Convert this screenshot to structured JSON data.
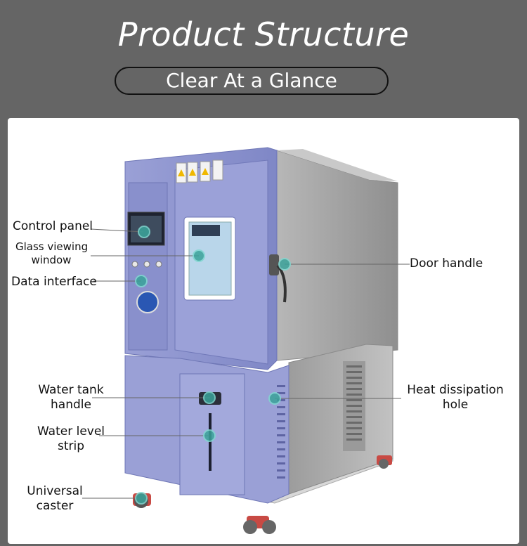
{
  "header": {
    "title": "Product Structure",
    "subtitle": "Clear At a Glance"
  },
  "labels": {
    "control_panel": "Control panel",
    "glass_window_line1": "Glass viewing",
    "glass_window_line2": "window",
    "data_interface": "Data interface",
    "door_handle": "Door handle",
    "water_tank_line1": "Water tank",
    "water_tank_line2": "handle",
    "water_level_line1": "Water level",
    "water_level_line2": "strip",
    "caster_line1": "Universal",
    "caster_line2": "caster",
    "heat_line1": "Heat dissipation",
    "heat_line2": "hole"
  },
  "colors": {
    "background": "#656565",
    "card": "#ffffff",
    "chamber_blue": "#8c93cf",
    "chamber_gray": "#a8a8a8",
    "marker": "#3aa39a"
  }
}
